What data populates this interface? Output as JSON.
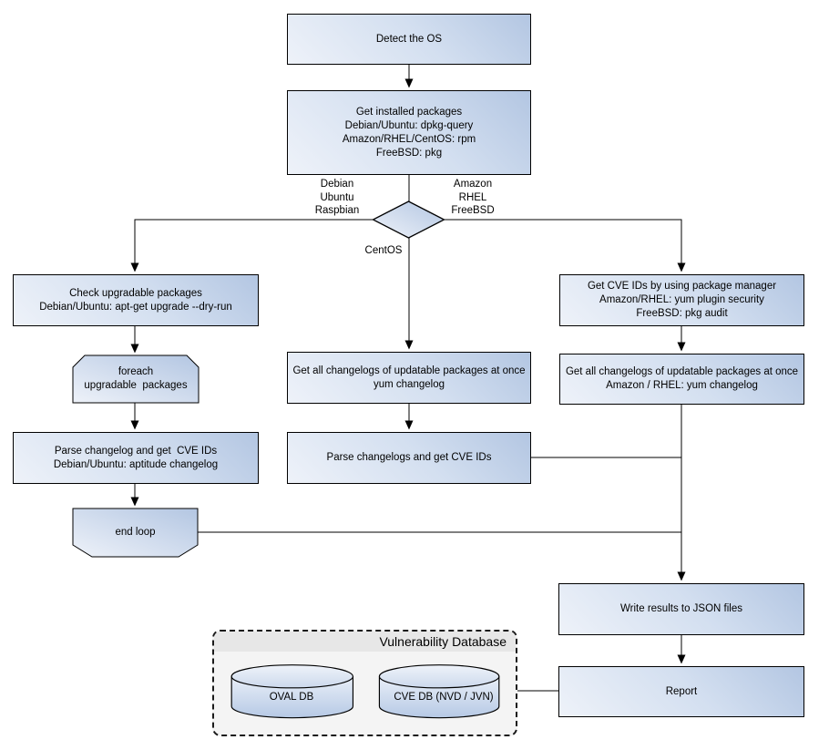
{
  "diagram": {
    "nodes": {
      "detect_os": "Detect the OS",
      "get_installed": "Get installed packages\nDebian/Ubuntu: dpkg-query\nAmazon/RHEL/CentOS: rpm\nFreeBSD: pkg",
      "check_upgradable": "Check upgradable packages\nDebian/Ubuntu: apt-get upgrade --dry-run",
      "foreach_loop": "foreach\nupgradable  packages",
      "parse_changelog_left": "Parse changelog and get  CVE IDs\nDebian/Ubuntu: aptitude changelog",
      "end_loop": "end loop",
      "get_changelogs_mid": "Get all changelogs of updatable packages at once\nyum changelog",
      "parse_changelogs_mid": "Parse changelogs and get CVE IDs",
      "get_cve_ids_right": "Get CVE IDs by using package manager\nAmazon/RHEL: yum plugin security\nFreeBSD: pkg audit",
      "get_changelogs_right": "Get all changelogs of updatable packages at once\nAmazon / RHEL: yum changelog",
      "write_results": "Write results to JSON files",
      "report": "Report"
    },
    "branch_labels": {
      "left": "Debian\nUbuntu\nRaspbian",
      "right": "Amazon\nRHEL\nFreeBSD",
      "bottom": "CentOS"
    },
    "database": {
      "title": "Vulnerability Database",
      "oval_db": "OVAL DB",
      "cve_db": "CVE DB (NVD / JVN)"
    },
    "colors": {
      "node_gradient_dark": "#b3c6e2",
      "node_gradient_light": "#eef2f9",
      "node_border": "#000000",
      "connector": "#000000",
      "db_panel_bg": "#f4f4f4",
      "db_header_bg": "#e7e7e7"
    }
  }
}
